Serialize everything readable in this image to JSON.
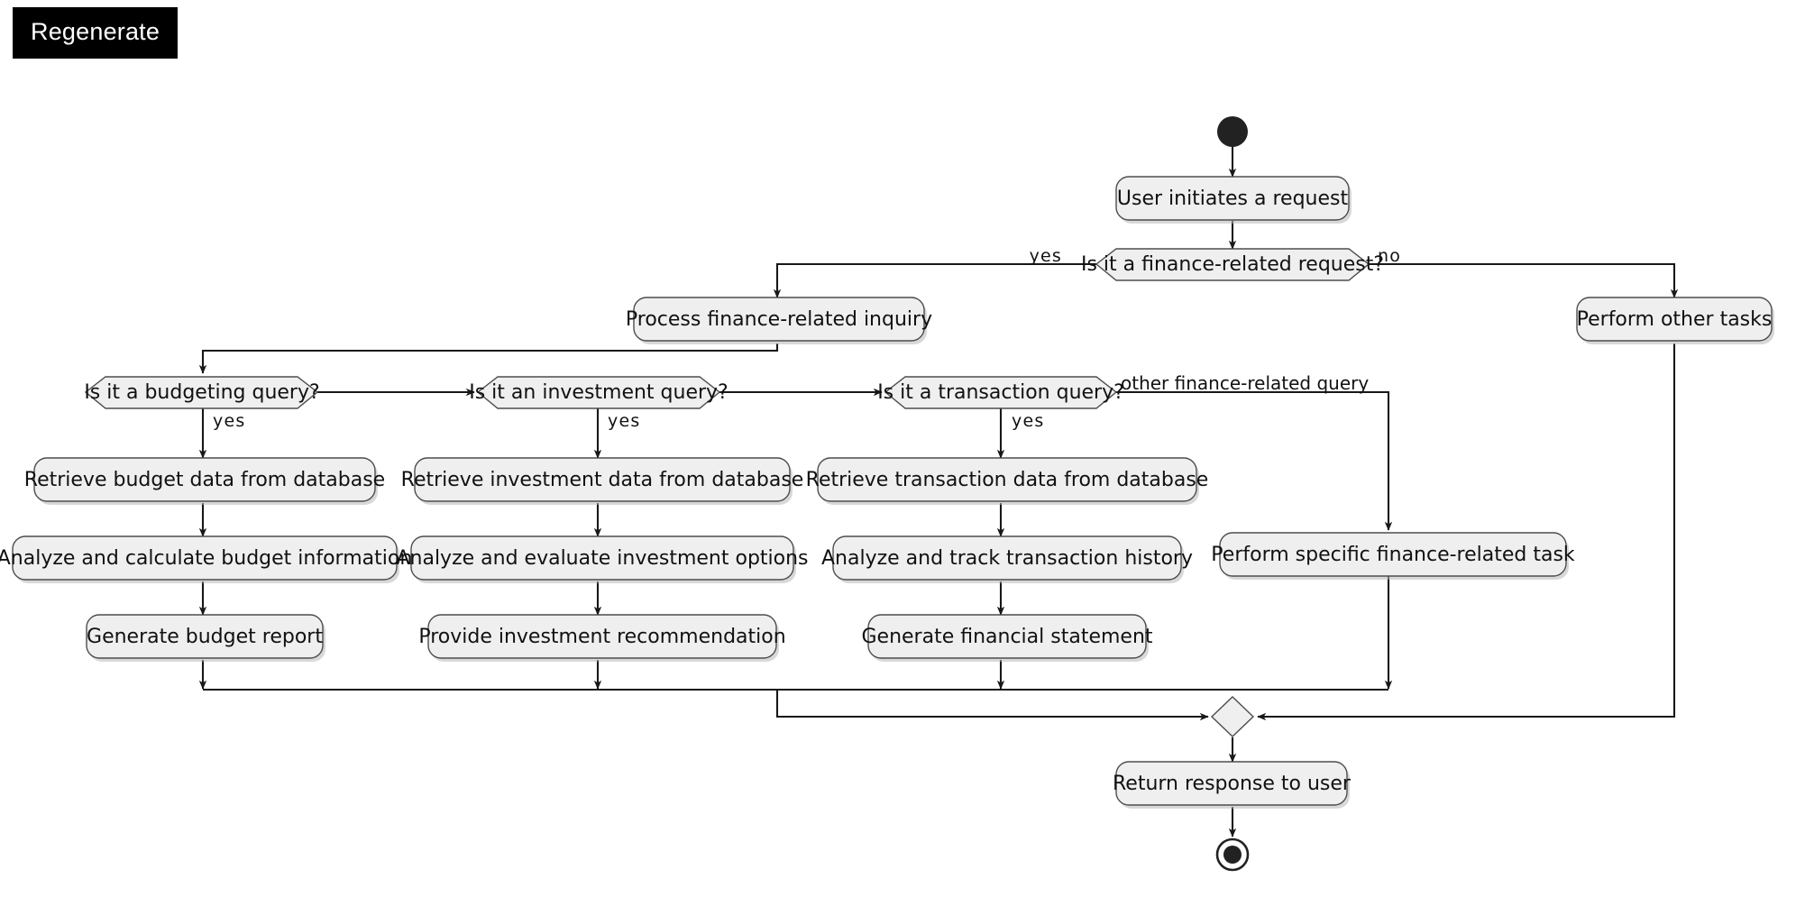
{
  "toolbar": {
    "regenerate_label": "Regenerate"
  },
  "diagram": {
    "type": "uml-activity-diagram",
    "title": "Finance request handling activity diagram",
    "colors": {
      "node_fill": "#efefef",
      "node_stroke": "#4d4d4d",
      "edge_stroke": "#18181b",
      "start_node": "#222222",
      "button_background": "#000000",
      "button_text": "#ffffff",
      "canvas": "#ffffff"
    },
    "nodes": {
      "start": "start-node",
      "user_initiates": "User initiates a request",
      "decision_finance": "Is it a finance-related request?",
      "process_finance": "Process finance-related inquiry",
      "perform_other": "Perform other tasks",
      "decision_budget": "Is it a budgeting query?",
      "decision_investment": "Is it an investment query?",
      "decision_transaction": "Is it a transaction query?",
      "retrieve_budget": "Retrieve budget data from database",
      "analyze_budget": "Analyze and calculate budget information",
      "generate_budget": "Generate budget report",
      "retrieve_investment": "Retrieve investment data from database",
      "analyze_investment": "Analyze and evaluate investment options",
      "provide_investment": "Provide investment recommendation",
      "retrieve_transaction": "Retrieve transaction data from database",
      "analyze_transaction": "Analyze and track transaction history",
      "generate_statement": "Generate financial statement",
      "perform_specific": "Perform specific finance-related task",
      "merge": "merge-node",
      "return_response": "Return response to user",
      "end": "end-node"
    },
    "edge_labels": {
      "finance_yes": "yes",
      "finance_no": "no",
      "budget_yes": "yes",
      "investment_yes": "yes",
      "transaction_yes": "yes",
      "other_finance": "other finance-related query"
    }
  }
}
